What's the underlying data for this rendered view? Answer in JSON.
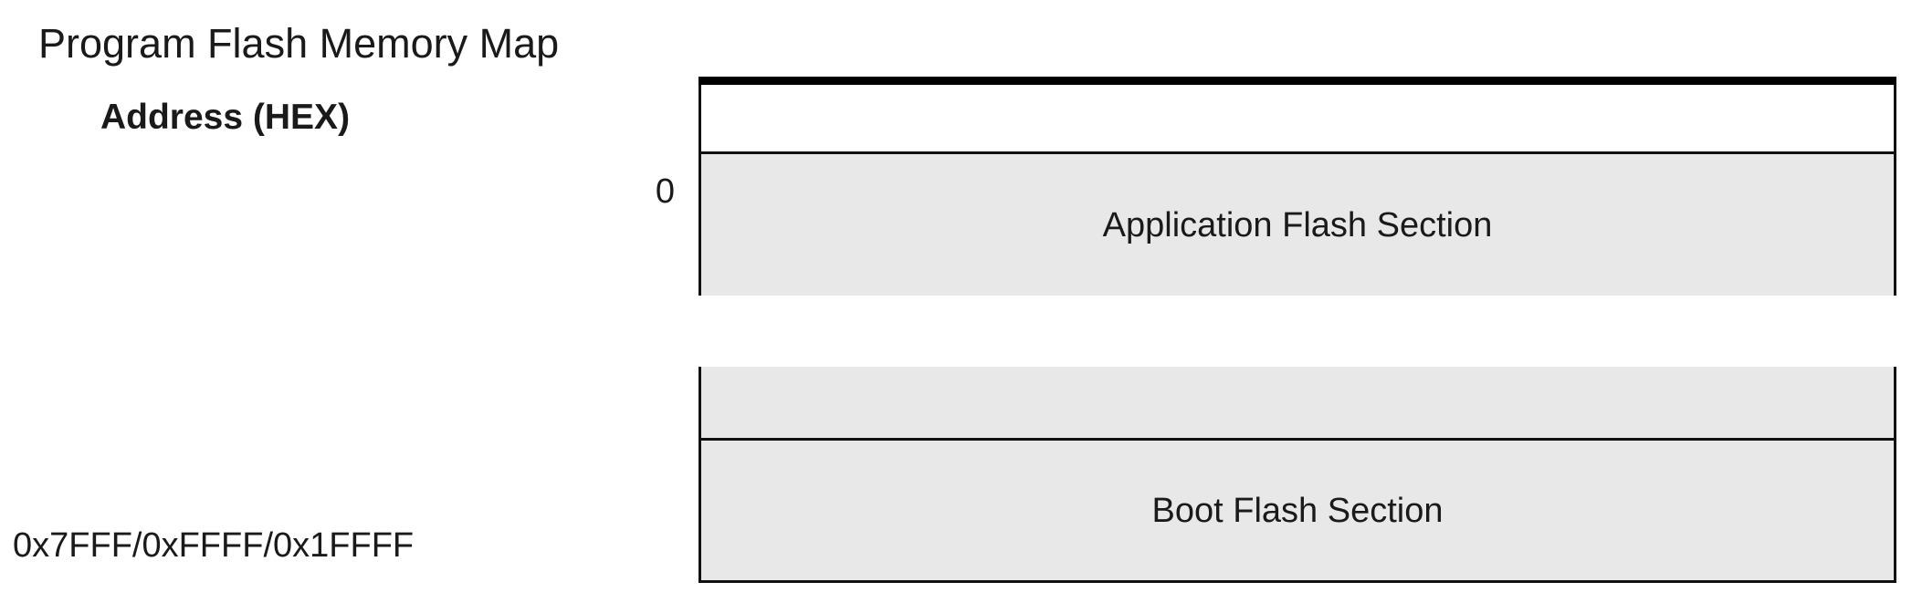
{
  "title": "Program Flash Memory Map",
  "address_header": "Address (HEX)",
  "addresses": {
    "start": "0",
    "end": "0x7FFF/0xFFFF/0x1FFFF"
  },
  "sections": [
    {
      "label": "Application Flash Section"
    },
    {
      "label": "Boot Flash Section"
    }
  ],
  "colors": {
    "section_fill": "#e8e8e8",
    "border": "#111111"
  }
}
